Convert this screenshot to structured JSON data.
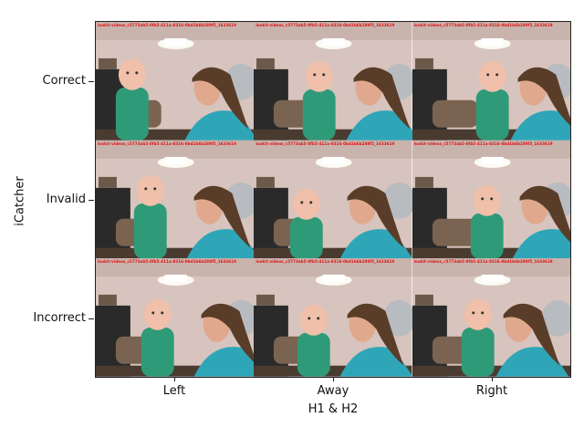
{
  "figure": {
    "ylabel": "iCatcher",
    "xlabel": "H1 & H2",
    "rows": [
      "Correct",
      "Invalid",
      "Incorrect"
    ],
    "cols": [
      "Left",
      "Away",
      "Right"
    ]
  },
  "frames": [
    {
      "row": "Correct",
      "col": "Left",
      "stamp": "lookit-videos_c5773ab5-0fb5-411a-8316-0bd1b6b289f5_1633619"
    },
    {
      "row": "Correct",
      "col": "Away",
      "stamp": "lookit-videos_c5773ab5-0fb5-411a-8316-0bd1b6b289f5_1633619"
    },
    {
      "row": "Correct",
      "col": "Right",
      "stamp": "lookit-videos_c5773ab5-0fb5-411a-8316-0bd1b6b289f5_1633619"
    },
    {
      "row": "Invalid",
      "col": "Left",
      "stamp": "lookit-videos_c5773ab5-0fb5-411a-8316-0bd1b6b289f5_1633619"
    },
    {
      "row": "Invalid",
      "col": "Away",
      "stamp": "lookit-videos_c5773ab5-0fb5-411a-8316-0bd1b6b289f5_1633619"
    },
    {
      "row": "Invalid",
      "col": "Right",
      "stamp": "lookit-videos_c5773ab5-0fb5-411a-8316-0bd1b6b289f5_1633619"
    },
    {
      "row": "Incorrect",
      "col": "Left",
      "stamp": "lookit-videos_c5773ab5-0fb5-411a-8316-0bd1b6b289f5_1633619"
    },
    {
      "row": "Incorrect",
      "col": "Away",
      "stamp": "lookit-videos_c5773ab5-0fb5-411a-8316-0bd1b6b289f5_1633619"
    },
    {
      "row": "Incorrect",
      "col": "Right",
      "stamp": "lookit-videos_c5773ab5-0fb5-411a-8316-0bd1b6b289f5_1633619"
    }
  ],
  "colors": {
    "wall": "#d8c4be",
    "shirt": "#2fa6b8",
    "baby_shirt": "#2f9a78",
    "stamp": "#e01010"
  }
}
